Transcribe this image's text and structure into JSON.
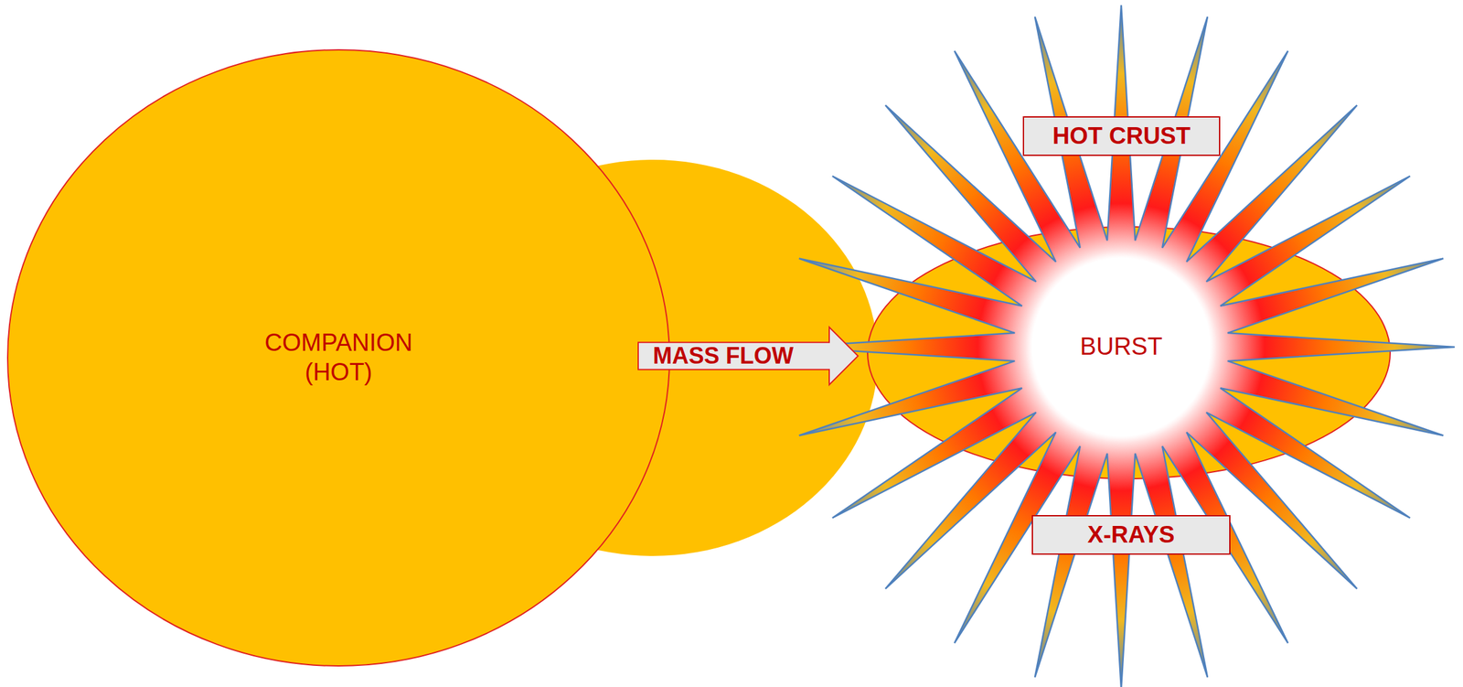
{
  "diagram": {
    "nodes": [
      {
        "text": [
          "COMPANION (HOT)"
        ]
      },
      {
        "text": [
          "HOT CRUST"
        ]
      },
      {
        "text": [
          "MASS FLOW"
        ]
      },
      {
        "text": [
          "BURST"
        ]
      },
      {
        "text": [
          "X-RAYS"
        ]
      }
    ]
  }
}
